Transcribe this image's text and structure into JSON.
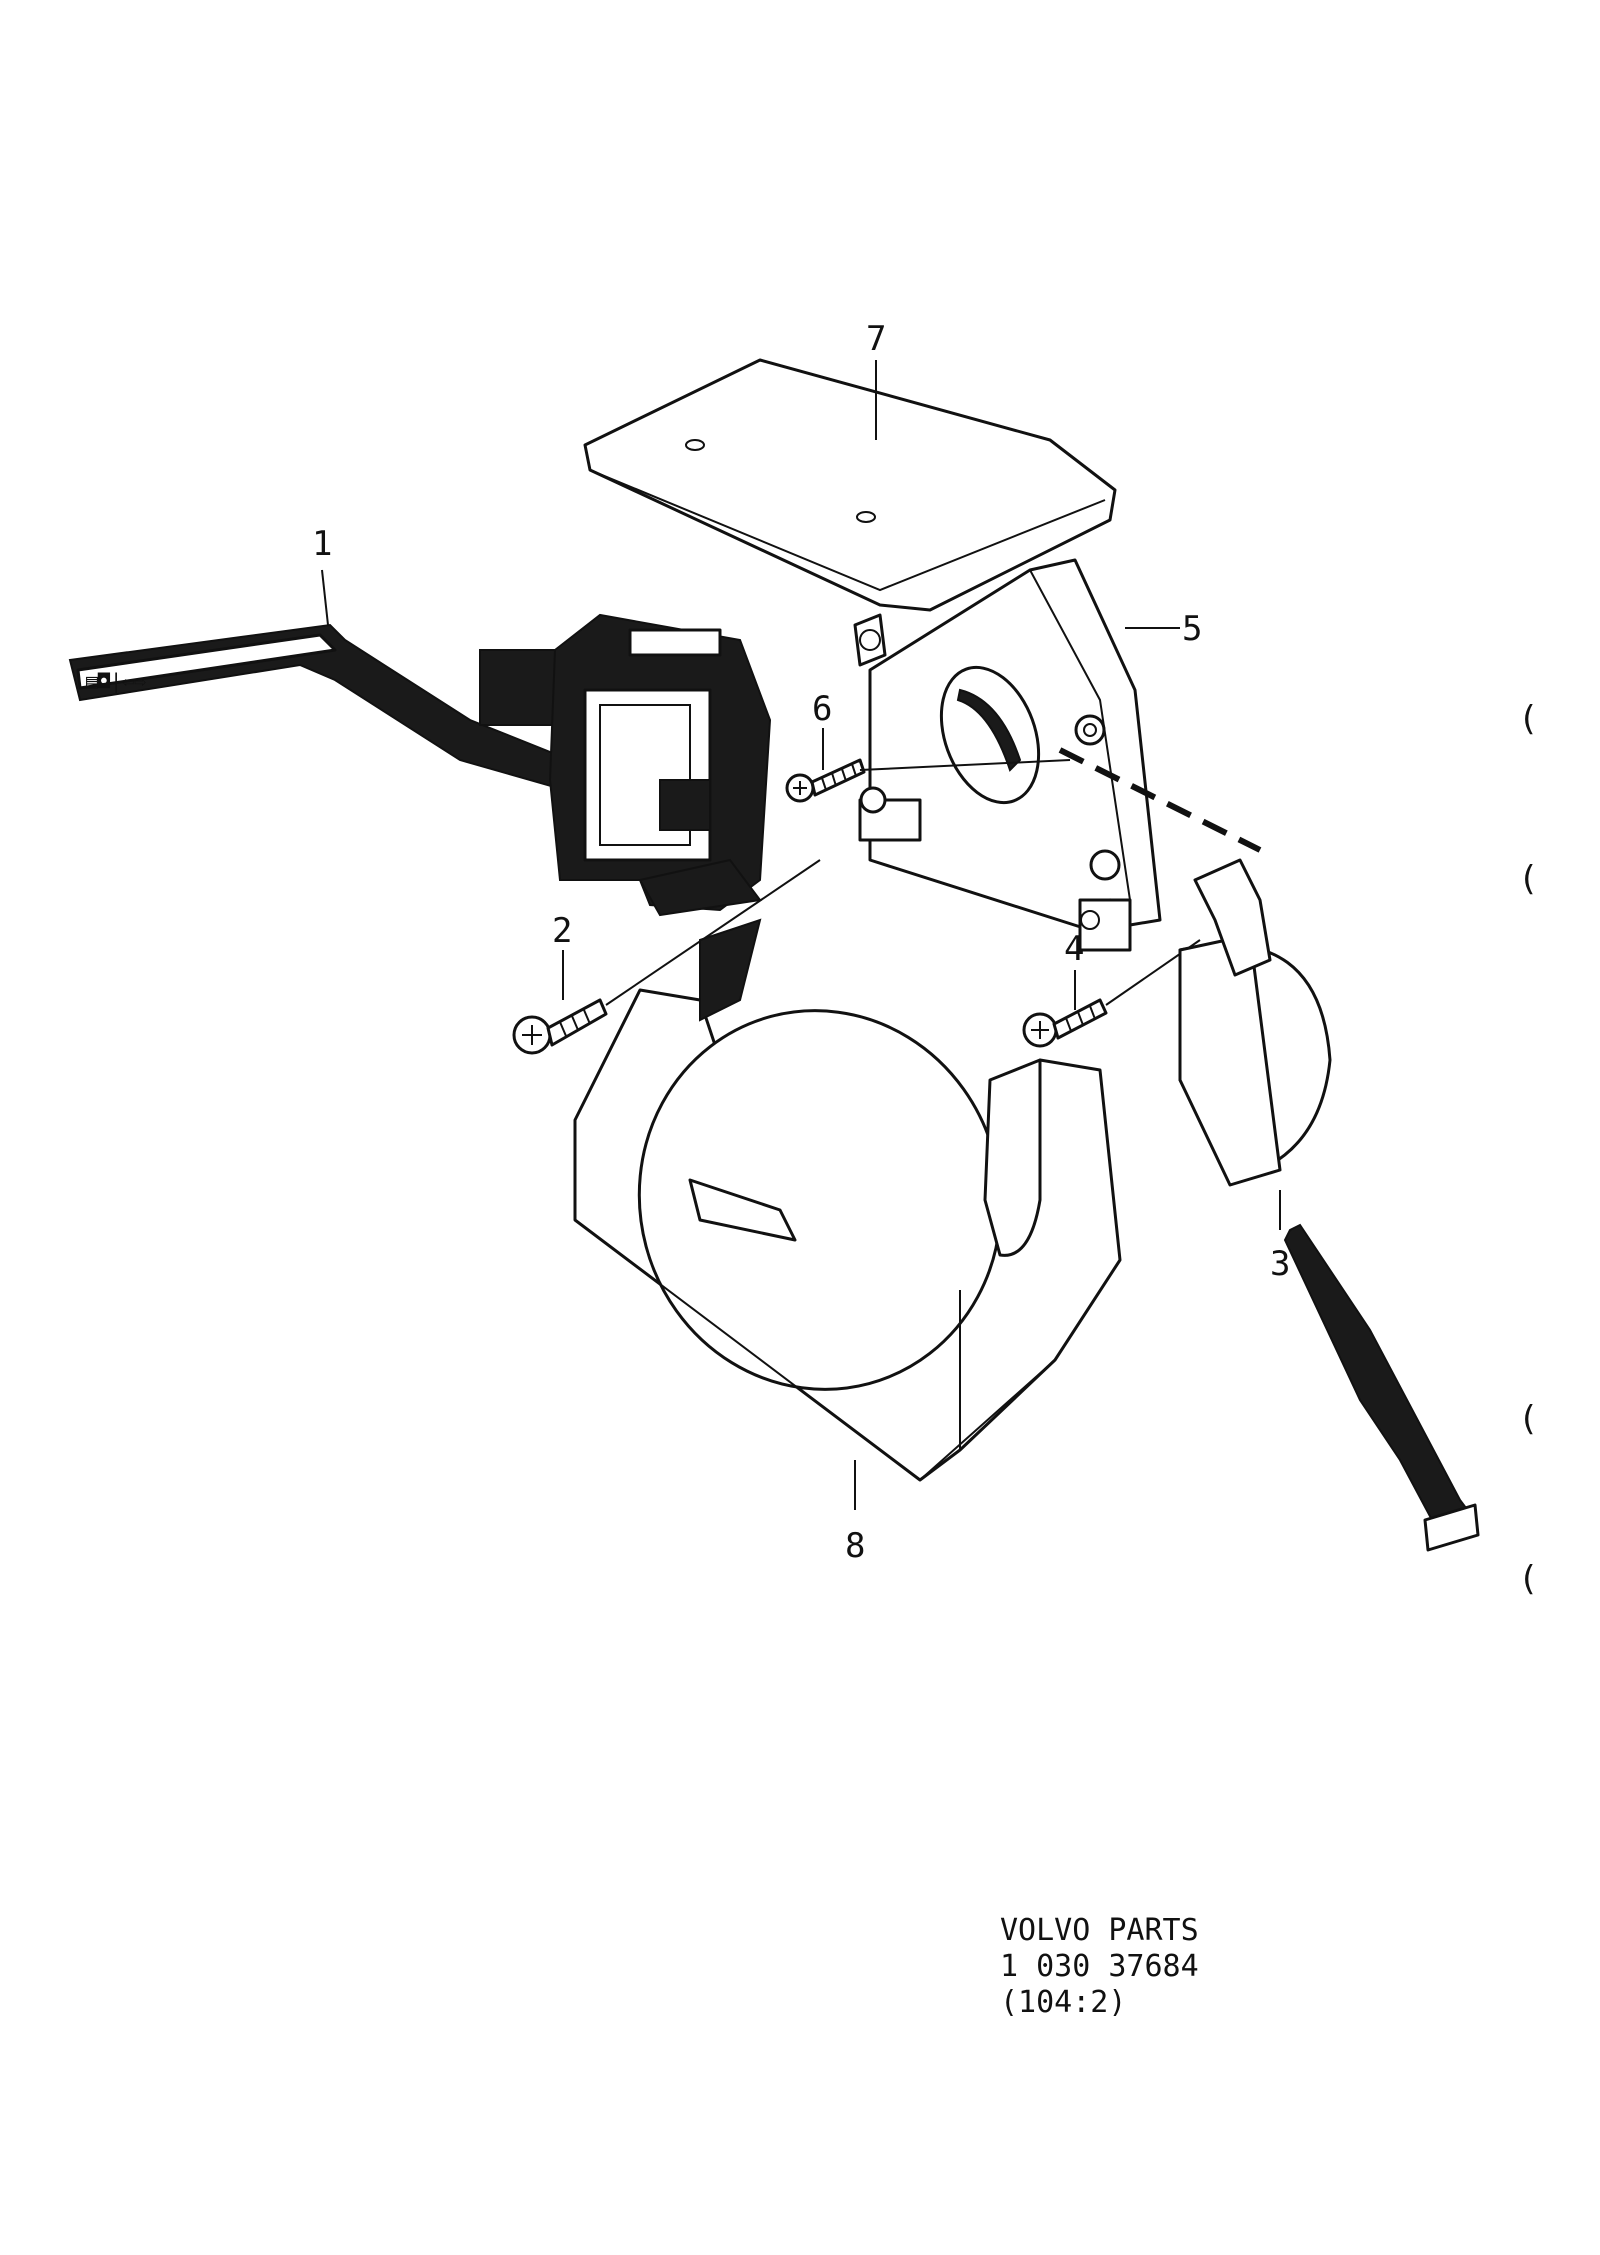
{
  "callouts": [
    {
      "id": "1",
      "label": "1"
    },
    {
      "id": "2",
      "label": "2"
    },
    {
      "id": "3",
      "label": "3"
    },
    {
      "id": "4",
      "label": "4"
    },
    {
      "id": "5",
      "label": "5"
    },
    {
      "id": "6",
      "label": "6"
    },
    {
      "id": "7",
      "label": "7"
    },
    {
      "id": "8",
      "label": "8"
    }
  ],
  "footer": {
    "line1": "VOLVO PARTS",
    "line2": "1 030  37684",
    "line3": "(104:2)"
  },
  "margin_marks": [
    "(",
    "(",
    "(",
    "("
  ],
  "colors": {
    "ink": "#111111",
    "paper": "#ffffff"
  }
}
